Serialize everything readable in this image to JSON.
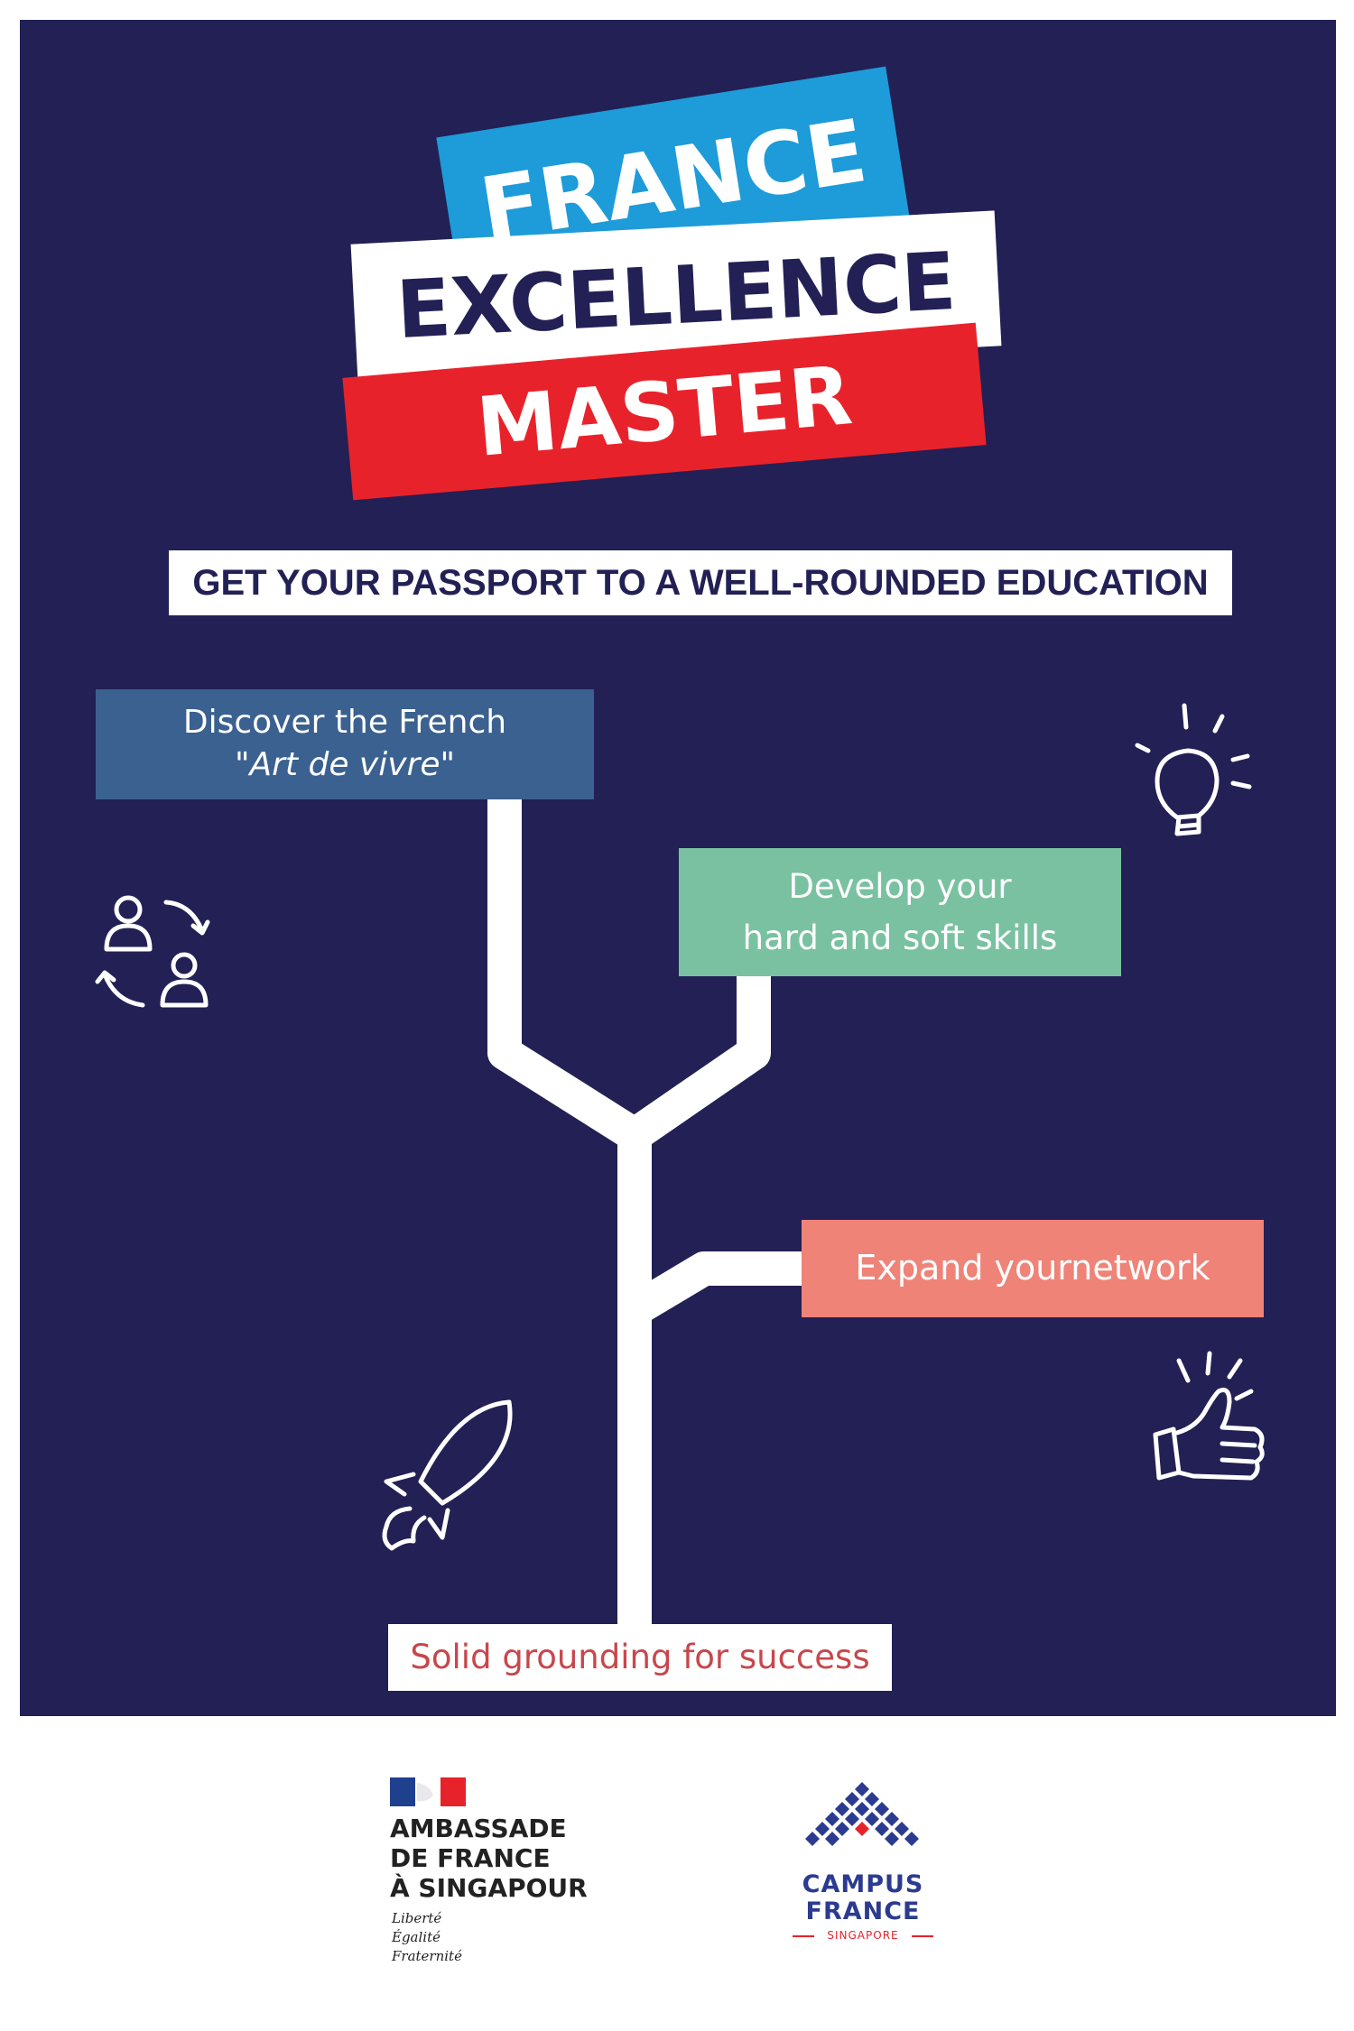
{
  "title": {
    "line1": "FRANCE",
    "line2": "EXCELLENCE",
    "line3": "MASTER"
  },
  "tagline": "GET YOUR PASSPORT TO A WELL-ROUNDED EDUCATION",
  "branches": {
    "art_de_vivre": {
      "line1": "Discover the French",
      "line2": "\"Art de vivre\""
    },
    "skills": {
      "line1": "Develop your",
      "line2": "hard and soft skills"
    },
    "network": {
      "label": "Expand yournetwork"
    },
    "grounding": {
      "label": "Solid grounding for success"
    }
  },
  "icons": [
    "people-exchange-icon",
    "lightbulb-icon",
    "thumbs-up-icon",
    "rocket-icon"
  ],
  "footer": {
    "embassy": {
      "name": "AMBASSADE\nDE FRANCE\nÀ SINGAPOUR",
      "motto": "Liberté\nÉgalité\nFraternité"
    },
    "campus": {
      "line1": "CAMPUS",
      "line2": "FRANCE",
      "line3": "SINGAPORE"
    }
  },
  "colors": {
    "background": "#222054",
    "blue": "#1e9bd9",
    "red": "#e8222b",
    "steel_blue": "#3a6190",
    "green": "#79c1a1",
    "salmon": "#ef8378"
  }
}
